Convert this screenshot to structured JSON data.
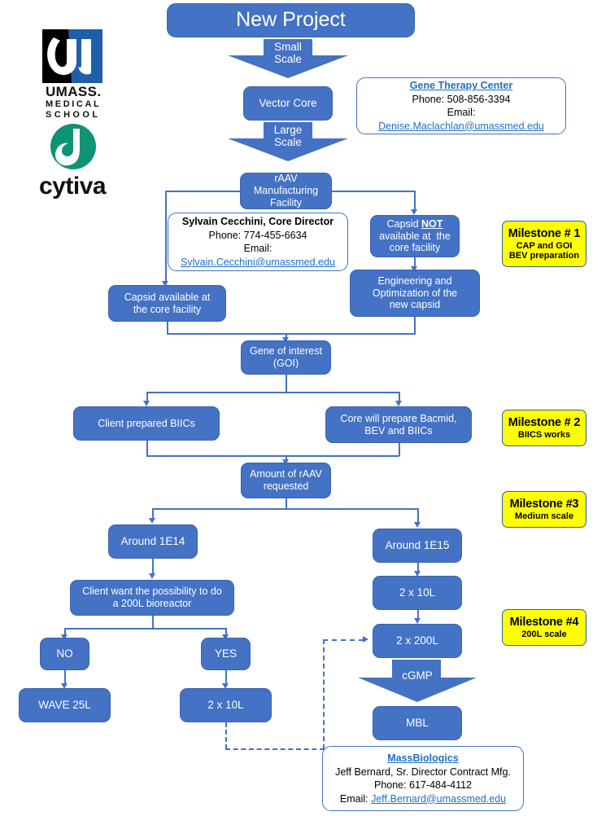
{
  "meta": {
    "accent_blue": "#4472C4",
    "milestone_yellow": "#FFFF00",
    "link_blue": "#1F6FC4",
    "umass_blue": "#1F5FA9"
  },
  "logos": {
    "umass": {
      "name": "umass-medical-school-logo",
      "line1": "UMASS",
      "line2": "MEDICAL",
      "line3": "SCHOOL"
    },
    "cytiva": {
      "name": "cytiva-logo",
      "wordmark": "cytiva",
      "color": "#0E9474"
    }
  },
  "nodes": {
    "title": "New Project",
    "small_scale": "Small\nScale",
    "vector_core": "Vector Core",
    "large_scale": "Large\nScale",
    "raav_facility": "rAAV\nManufacturing\nFacility",
    "capsid_not_available_pre": "Capsid ",
    "capsid_not_available_not": "NOT",
    "capsid_not_available_post": "available at  the core facility",
    "engineering": "Engineering and Optimization of the new capsid",
    "capsid_available": "Capsid available at the core facility",
    "gene_of_interest": "Gene of interest (GOI)",
    "client_biics": "Client prepared BIICs",
    "core_bacmid": "Core will prepare Bacmid, BEV and BIICs",
    "amount_raav": "Amount of rAAV requested",
    "around_1e14": "Around 1E14",
    "around_1e15": "Around 1E15",
    "bioreactor_question": "Client want the possibility to do a 200L bioreactor",
    "no": "NO",
    "yes": "YES",
    "wave_25l": "WAVE 25L",
    "two_x_10l_left": "2 x 10L",
    "two_x_10l_right": "2 x 10L",
    "two_x_200l": "2 x 200L",
    "cgmp": "cGMP",
    "mbl": "MBL"
  },
  "info_boxes": {
    "gene_therapy_center": {
      "title": "Gene Therapy Center",
      "phone": "Phone: 508-856-3394",
      "email_label": "Email:",
      "email": "Denise.Maclachlan@umassmed.edu"
    },
    "vector_core_director": {
      "name": "Sylvain Cecchini, Core Director",
      "phone": "Phone: 774-455-6634",
      "email_label": "Email:",
      "email": "Sylvain.Cecchini@umassmed.edu"
    },
    "massbiologics": {
      "title": "MassBiologics",
      "name": "Jeff Bernard, Sr. Director Contract Mfg.",
      "phone": "Phone: 617-484-4112",
      "email_label": "Email: ",
      "email": "Jeff.Bernard@umassmed.edu"
    }
  },
  "milestones": [
    {
      "title": "Milestone # 1",
      "subtitle": "CAP and GOI BEV preparation"
    },
    {
      "title": "Milestone # 2",
      "subtitle": "BIICS works"
    },
    {
      "title": "Milestone #3",
      "subtitle": "Medium scale"
    },
    {
      "title": "Milestone #4",
      "subtitle": "200L scale"
    }
  ]
}
